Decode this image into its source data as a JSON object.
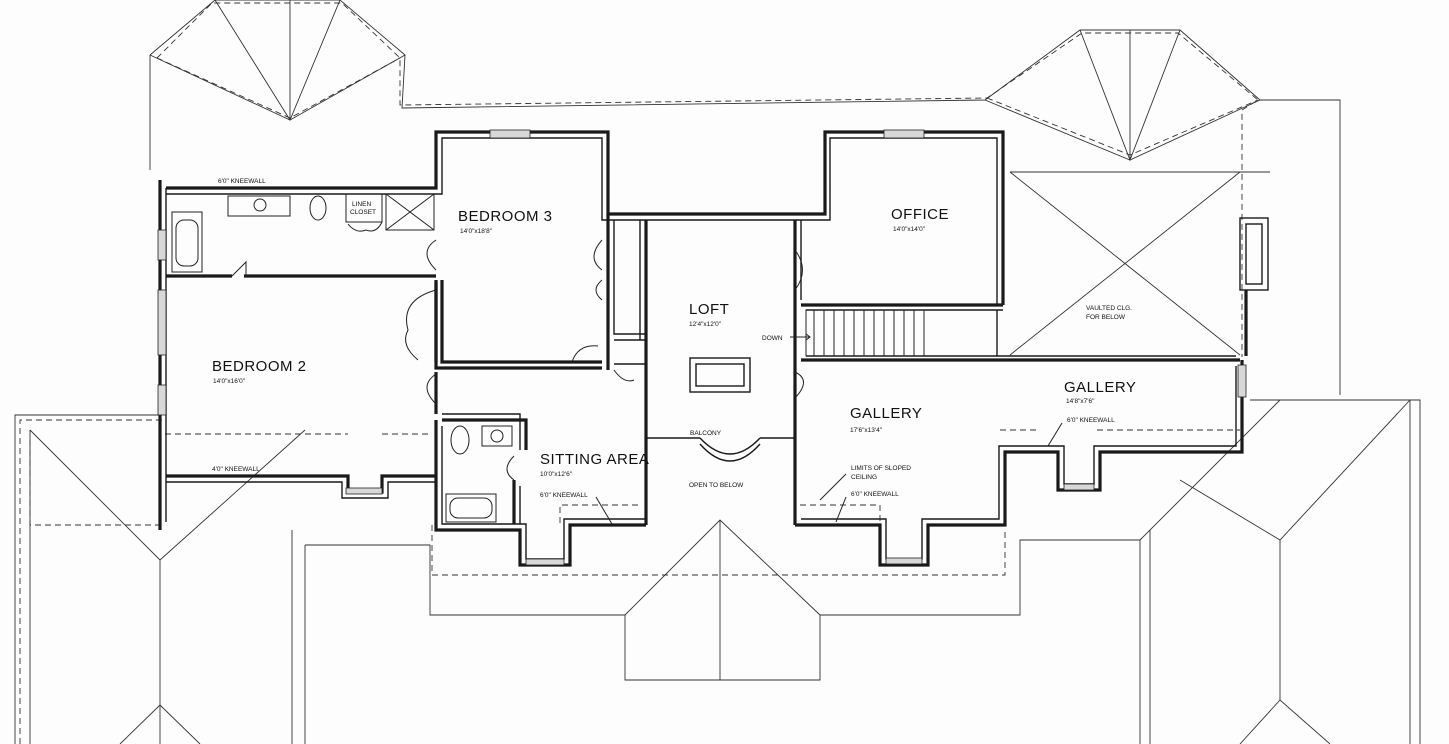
{
  "rooms": {
    "bedroom3": {
      "name": "BEDROOM 3",
      "dims": "14'0\"x18'8\""
    },
    "office": {
      "name": "OFFICE",
      "dims": "14'0\"x14'0\""
    },
    "loft": {
      "name": "LOFT",
      "dims": "12'4\"x12'0\""
    },
    "bedroom2": {
      "name": "BEDROOM 2",
      "dims": "14'0\"x16'0\""
    },
    "sitting": {
      "name": "SITTING AREA",
      "dims": "10'0\"x12'6\""
    },
    "gallery_mid": {
      "name": "GALLERY",
      "dims": "17'6\"x13'4\""
    },
    "gallery_right": {
      "name": "GALLERY",
      "dims": "14'8\"x7'6\""
    }
  },
  "notes": {
    "kneewall_top": "6'0\" KNEEWALL",
    "kneewall_bed2": "4'0\" KNEEWALL",
    "kneewall_sitting": "6'0\" KNEEWALL",
    "kneewall_gallery": "6'0\" KNEEWALL",
    "kneewall_gallery_right": "6'0\" KNEEWALL",
    "linen_line1": "LINEN",
    "linen_line2": "CLOSET",
    "vaulted_line1": "VAULTED CLG.",
    "vaulted_line2": "FOR BELOW",
    "down": "DOWN",
    "balcony": "BALCONY",
    "open_below": "OPEN TO BELOW",
    "limits_line1": "LIMITS OF SLOPED",
    "limits_line2": "CEILING"
  }
}
